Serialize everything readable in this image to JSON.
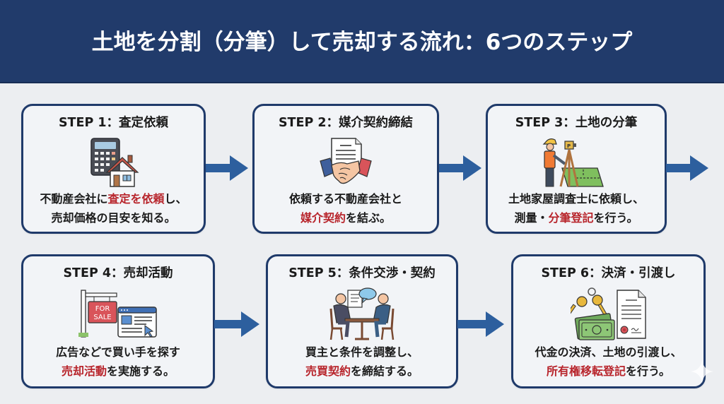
{
  "header": {
    "title": "土地を分割（分筆）して売却する流れ：6つのステップ"
  },
  "colors": {
    "header_bg": "#213b6b",
    "card_border": "#1f3a6a",
    "arrow": "#2d5f9e",
    "highlight": "#b8252c",
    "background": "#eceef1"
  },
  "steps": [
    {
      "title": "STEP 1：査定依頼",
      "icon": "calculator-house-icon",
      "line1": [
        {
          "text": "不動産会社に"
        },
        {
          "text": "査定を依頼",
          "hl": true
        },
        {
          "text": "し、"
        }
      ],
      "line2": [
        {
          "text": "売却価格の目安を知る。"
        }
      ]
    },
    {
      "title": "STEP 2：媒介契約締結",
      "icon": "handshake-contract-icon",
      "line1": [
        {
          "text": "依頼する不動産会社と"
        }
      ],
      "line2": [
        {
          "text": "媒介契約",
          "hl": true
        },
        {
          "text": "を結ぶ。"
        }
      ]
    },
    {
      "title": "STEP 3：土地の分筆",
      "icon": "surveyor-icon",
      "line1": [
        {
          "text": "土地家屋調査士に依頼し、"
        }
      ],
      "line2": [
        {
          "text": "測量・"
        },
        {
          "text": "分筆登記",
          "hl": true
        },
        {
          "text": "を行う。"
        }
      ]
    },
    {
      "title": "STEP 4：売却活動",
      "icon": "for-sale-sign-icon",
      "sign_text_1": "FOR",
      "sign_text_2": "SALE",
      "line1": [
        {
          "text": "広告などで買い手を探す"
        }
      ],
      "line2": [
        {
          "text": "売却活動",
          "hl": true
        },
        {
          "text": "を実施する。"
        }
      ]
    },
    {
      "title": "STEP 5：条件交渉・契約",
      "icon": "negotiation-meeting-icon",
      "line1": [
        {
          "text": "買主と条件を調整し、"
        }
      ],
      "line2": [
        {
          "text": "売買契約",
          "hl": true
        },
        {
          "text": "を締結する。"
        }
      ]
    },
    {
      "title": "STEP 6：決済・引渡し",
      "icon": "keys-money-document-icon",
      "line1": [
        {
          "text": "代金の決済、土地の引渡し、"
        }
      ],
      "line2": [
        {
          "text": "所有権移転登記",
          "hl": true
        },
        {
          "text": "を行う。"
        }
      ]
    }
  ]
}
